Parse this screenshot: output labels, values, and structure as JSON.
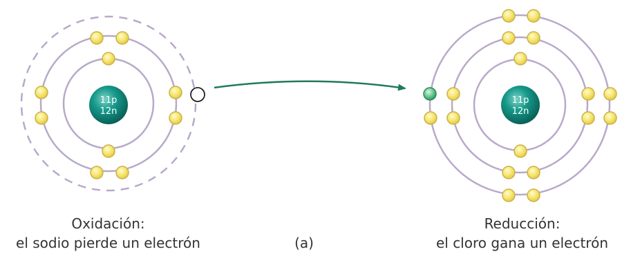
{
  "sodium": {
    "nucleus_line1": "11p",
    "nucleus_line2": "12n",
    "caption_line1": "Oxidación:",
    "caption_line2": "el sodio pierde un electrón"
  },
  "chlorine": {
    "nucleus_line1": "11p",
    "nucleus_line2": "12n",
    "caption_line1": "Reducción:",
    "caption_line2": "el cloro gana un electrón"
  },
  "figure_label": "(a)",
  "colors": {
    "orbit": "#b8a9c9",
    "electron_fill": "#f6e46a",
    "electron_stroke": "#c9b24a",
    "nucleus": "#0f8c7f",
    "arrow": "#1f7a5c",
    "transferred_electron": "#5cc08a"
  }
}
